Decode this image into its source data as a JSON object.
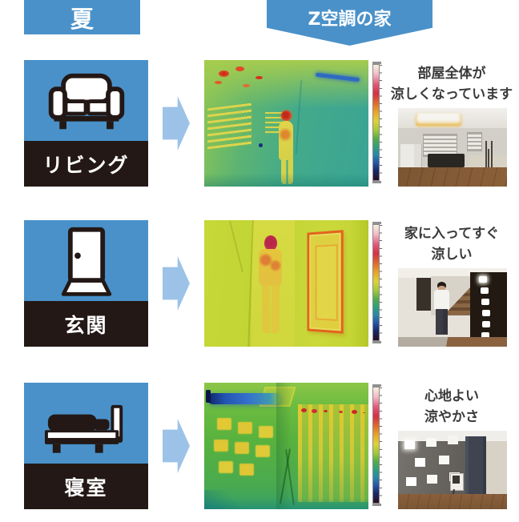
{
  "header": {
    "season_label": "夏",
    "banner_label": "Z空調の家"
  },
  "colors": {
    "primary_blue": "#4a91c9",
    "arrow_blue": "#9cc3e7",
    "band_black": "#231815",
    "caption_text": "#3a3a3a"
  },
  "rows": [
    {
      "id": "living",
      "room_label": "リビング",
      "icon": "sofa-icon",
      "caption_line1": "部屋全体が",
      "caption_line2": "涼しくなっています"
    },
    {
      "id": "entrance",
      "room_label": "玄関",
      "icon": "door-icon",
      "caption_line1": "家に入ってすぐ",
      "caption_line2": "涼しい"
    },
    {
      "id": "bedroom",
      "room_label": "寝室",
      "icon": "bed-icon",
      "caption_line1": "心地よい",
      "caption_line2": "涼やかさ"
    }
  ]
}
